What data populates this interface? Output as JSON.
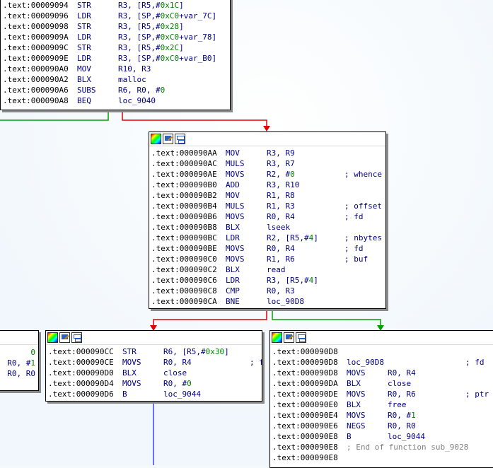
{
  "colors": {
    "edge_false": "#e00000",
    "edge_true": "#00a000",
    "edge_uncond": "#4040ff",
    "number": "#008000",
    "mnemonic": "#000080"
  },
  "header_icons": [
    "color-icon",
    "rename-icon",
    "graph-icon"
  ],
  "top_block": {
    "lines": [
      {
        "addr": ".text:00009094",
        "mn": "STR",
        "op": "R3, [R5,#0x1C]",
        "cm": ""
      },
      {
        "addr": ".text:00009096",
        "mn": "LDR",
        "op": "R3, [SP,#0xC0+var_7C]",
        "cm": ""
      },
      {
        "addr": ".text:00009098",
        "mn": "STR",
        "op": "R3, [R5,#0x28]",
        "cm": ""
      },
      {
        "addr": ".text:0000909A",
        "mn": "LDR",
        "op": "R3, [SP,#0xC0+var_78]",
        "cm": ""
      },
      {
        "addr": ".text:0000909C",
        "mn": "STR",
        "op": "R3, [R5,#0x2C]",
        "cm": ""
      },
      {
        "addr": ".text:0000909E",
        "mn": "LDR",
        "op": "R3, [SP,#0xC0+var_B0]",
        "cm": ""
      },
      {
        "addr": ".text:000090A0",
        "mn": "MOV",
        "op": "R10, R3",
        "cm": ""
      },
      {
        "addr": ".text:000090A2",
        "mn": "BLX",
        "op": "malloc",
        "cm": ""
      },
      {
        "addr": ".text:000090A6",
        "mn": "SUBS",
        "op": "R6, R0, #0",
        "cm": ""
      },
      {
        "addr": ".text:000090A8",
        "mn": "BEQ",
        "op": "loc_9040",
        "cm": ""
      }
    ]
  },
  "middle_block": {
    "lines": [
      {
        "addr": ".text:000090AA",
        "mn": "MOV",
        "op": "R3, R9",
        "cm": ""
      },
      {
        "addr": ".text:000090AC",
        "mn": "MULS",
        "op": "R3, R7",
        "cm": ""
      },
      {
        "addr": ".text:000090AE",
        "mn": "MOVS",
        "op": "R2, #0",
        "cm": "; whence"
      },
      {
        "addr": ".text:000090B0",
        "mn": "ADD",
        "op": "R3, R10",
        "cm": ""
      },
      {
        "addr": ".text:000090B2",
        "mn": "MOV",
        "op": "R1, R8",
        "cm": ""
      },
      {
        "addr": ".text:000090B4",
        "mn": "MULS",
        "op": "R1, R3",
        "cm": "; offset"
      },
      {
        "addr": ".text:000090B6",
        "mn": "MOVS",
        "op": "R0, R4",
        "cm": "; fd"
      },
      {
        "addr": ".text:000090B8",
        "mn": "BLX",
        "op": "lseek",
        "cm": ""
      },
      {
        "addr": ".text:000090BC",
        "mn": "LDR",
        "op": "R2, [R5,#4]",
        "cm": "; nbytes"
      },
      {
        "addr": ".text:000090BE",
        "mn": "MOVS",
        "op": "R0, R4",
        "cm": "; fd"
      },
      {
        "addr": ".text:000090C0",
        "mn": "MOVS",
        "op": "R1, R6",
        "cm": "; buf"
      },
      {
        "addr": ".text:000090C2",
        "mn": "BLX",
        "op": "read",
        "cm": ""
      },
      {
        "addr": ".text:000090C6",
        "mn": "LDR",
        "op": "R3, [R5,#4]",
        "cm": ""
      },
      {
        "addr": ".text:000090C8",
        "mn": "CMP",
        "op": "R0, R3",
        "cm": ""
      },
      {
        "addr": ".text:000090CA",
        "mn": "BNE",
        "op": "loc_90D8",
        "cm": ""
      }
    ]
  },
  "left_partial_block": {
    "lines": [
      "0",
      "R0, #1",
      "R0, R0"
    ]
  },
  "bottom_left_block": {
    "lines": [
      {
        "addr": ".text:000090CC",
        "mn": "STR",
        "op": "R6, [R5,#0x30]",
        "cm": ""
      },
      {
        "addr": ".text:000090CE",
        "mn": "MOVS",
        "op": "R0, R4",
        "cm": "; fd"
      },
      {
        "addr": ".text:000090D0",
        "mn": "BLX",
        "op": "close",
        "cm": ""
      },
      {
        "addr": ".text:000090D4",
        "mn": "MOVS",
        "op": "R0, #0",
        "cm": ""
      },
      {
        "addr": ".text:000090D6",
        "mn": "B",
        "op": "loc_9044",
        "cm": ""
      }
    ]
  },
  "bottom_right_block": {
    "lines": [
      {
        "addr": ".text:000090D8",
        "mn": "",
        "op": "",
        "cm": ""
      },
      {
        "addr": ".text:000090D8",
        "mn": "loc_90D8",
        "op": "",
        "cm": "; fd"
      },
      {
        "addr": ".text:000090D8",
        "mn": "MOVS",
        "op": "R0, R4",
        "cm": ""
      },
      {
        "addr": ".text:000090DA",
        "mn": "BLX",
        "op": "close",
        "cm": ""
      },
      {
        "addr": ".text:000090DE",
        "mn": "MOVS",
        "op": "R0, R6",
        "cm": "; ptr"
      },
      {
        "addr": ".text:000090E0",
        "mn": "BLX",
        "op": "free",
        "cm": ""
      },
      {
        "addr": ".text:000090E4",
        "mn": "MOVS",
        "op": "R0, #1",
        "cm": ""
      },
      {
        "addr": ".text:000090E6",
        "mn": "NEGS",
        "op": "R0, R0",
        "cm": ""
      },
      {
        "addr": ".text:000090E8",
        "mn": "B",
        "op": "loc_9044",
        "cm": ""
      },
      {
        "addr": ".text:000090E8",
        "mn": "; End of function sub_9028",
        "op": "",
        "cm": ""
      },
      {
        "addr": ".text:000090E8",
        "mn": "",
        "op": "",
        "cm": ""
      }
    ]
  }
}
